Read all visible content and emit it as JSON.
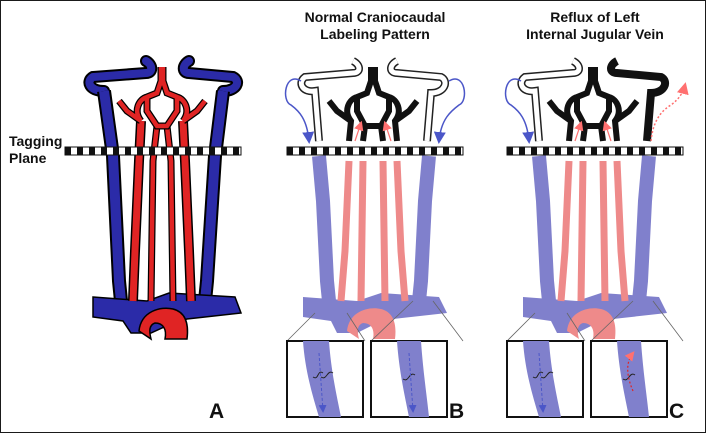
{
  "diagram": {
    "tagging_plane_label": [
      "Tagging",
      "Plane"
    ],
    "panel_b_title": [
      "Normal Craniocaudal",
      "Labeling Pattern"
    ],
    "panel_c_title": [
      "Reflux of Left",
      "Internal Jugular Vein"
    ],
    "panel_letters": [
      "A",
      "B",
      "C"
    ]
  },
  "colors": {
    "artery": "#e02424",
    "vein": "#2a2a9a",
    "artery_faded": "#ee8a8a",
    "vein_faded": "#8080cc",
    "labeled_black": "#111111",
    "flow_arrow_red": "#ff7070",
    "flow_arrow_blue": "#4b56c8"
  },
  "icons": [
    "arrow-down-icon",
    "arrow-up-icon",
    "curved-arrow-icon"
  ]
}
